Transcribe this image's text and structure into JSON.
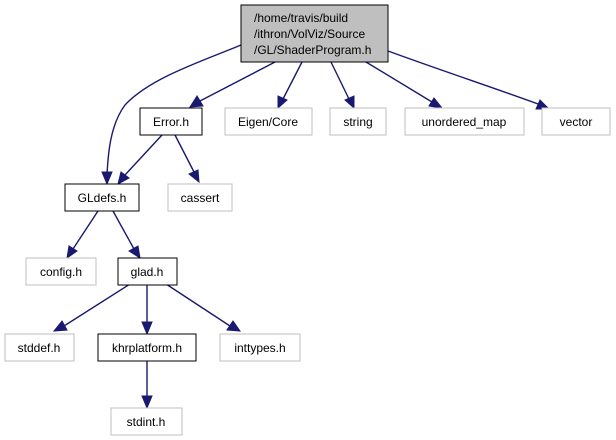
{
  "colors": {
    "edge": "#191970",
    "node_border": "#000000",
    "external_border": "#bfbfbf",
    "root_fill": "#bfbfbf",
    "node_fill": "#ffffff",
    "text": "#000000"
  },
  "nodes": {
    "root": {
      "lines": [
        "/home/travis/build",
        "/ithron/VolViz/Source",
        "/GL/ShaderProgram.h"
      ]
    },
    "error_h": {
      "label": "Error.h"
    },
    "eigen_core": {
      "label": "Eigen/Core"
    },
    "string": {
      "label": "string"
    },
    "unordered_map": {
      "label": "unordered_map"
    },
    "vector": {
      "label": "vector"
    },
    "gldefs_h": {
      "label": "GLdefs.h"
    },
    "cassert": {
      "label": "cassert"
    },
    "config_h": {
      "label": "config.h"
    },
    "glad_h": {
      "label": "glad.h"
    },
    "stddef_h": {
      "label": "stddef.h"
    },
    "khrplatform_h": {
      "label": "khrplatform.h"
    },
    "inttypes_h": {
      "label": "inttypes.h"
    },
    "stdint_h": {
      "label": "stdint.h"
    }
  },
  "edges": [
    {
      "from": "root",
      "to": "gldefs_h"
    },
    {
      "from": "root",
      "to": "error_h"
    },
    {
      "from": "root",
      "to": "eigen_core"
    },
    {
      "from": "root",
      "to": "string"
    },
    {
      "from": "root",
      "to": "unordered_map"
    },
    {
      "from": "root",
      "to": "vector"
    },
    {
      "from": "error_h",
      "to": "gldefs_h"
    },
    {
      "from": "error_h",
      "to": "cassert"
    },
    {
      "from": "gldefs_h",
      "to": "config_h"
    },
    {
      "from": "gldefs_h",
      "to": "glad_h"
    },
    {
      "from": "glad_h",
      "to": "stddef_h"
    },
    {
      "from": "glad_h",
      "to": "khrplatform_h"
    },
    {
      "from": "glad_h",
      "to": "inttypes_h"
    },
    {
      "from": "khrplatform_h",
      "to": "stdint_h"
    }
  ]
}
